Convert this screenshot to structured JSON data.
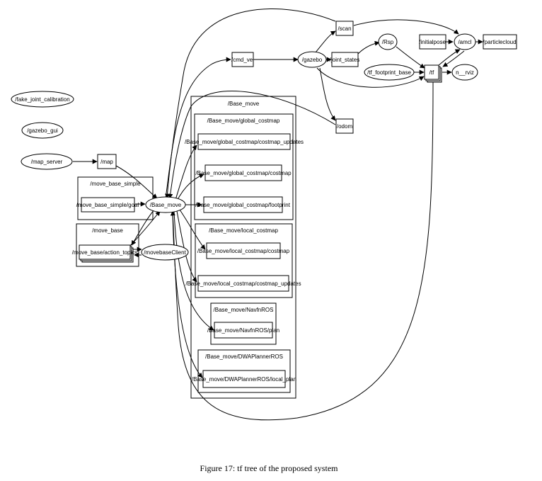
{
  "caption": "Figure 17: tf tree of the proposed system",
  "nodes": {
    "fake_joint_calibration": "/fake_joint_calibration",
    "gazebo_gui": "/gazebo_gui",
    "map_server": "/map_server",
    "map": "/map",
    "move_base_simple_goal": "/move_base_simple/goal",
    "move_base_action_topics": "/move_base/action_topics",
    "movebaseClient": "/movebaseClient",
    "Base_move": "/Base_move",
    "cmd_vel": "/cmd_vel",
    "gazebo": "/gazebo",
    "scan": "/scan",
    "joint_states": "/joint_states",
    "rsp": "/Rsp",
    "tf_footprint_base": "/tf_footprint_base",
    "tf": "/tf",
    "n_rviz": "n__rviz",
    "initialpose": "/initialpose",
    "amcl": "/amcl",
    "particlecloud": "/particlecloud",
    "odom": "/odom",
    "gc_costmap_updates": "/Base_move/global_costmap/costmap_updates",
    "gc_costmap": "/Base_move/global_costmap/costmap",
    "gc_footprint": "/Base_move/global_costmap/footprint",
    "lc_costmap": "/Base_move/local_costmap/costmap",
    "lc_costmap_updates": "/Base_move/local_costmap/costmap_updates",
    "navfn_plan": "/Base_move/NavfnROS/plan",
    "dwa_local_plan": "/Base_move/DWAPlannerROS/local_plan"
  },
  "clusters": {
    "move_base_simple": "/move_base_simple",
    "move_base": "/move_base",
    "base_move": "/Base_move",
    "global_costmap": "/Base_move/global_costmap",
    "local_costmap": "/Base_move/local_costmap",
    "navfnros": "/Base_move/NavfnROS",
    "dwaplannerros": "/Base_move/DWAPlannerROS"
  }
}
